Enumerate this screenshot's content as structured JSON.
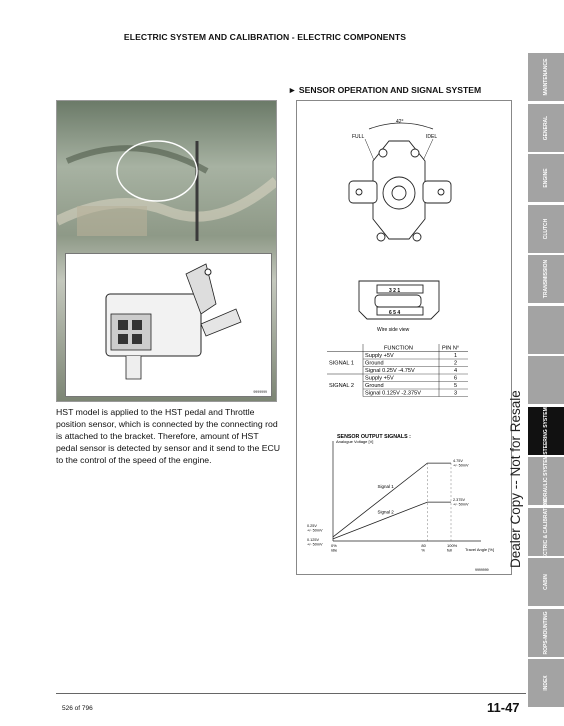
{
  "header": {
    "title": "ELECTRIC SYSTEM AND CALIBRATION - ELECTRIC COMPONENTS"
  },
  "section_title": "► SENSOR OPERATION AND SIGNAL SYSTEM",
  "photo": {
    "code": "9999999"
  },
  "body_text": "HST model is applied to the HST pedal and Throttle position sensor, which is connected by the connecting rod is attached to the bracket. Therefore, amount of HST pedal sensor is detected by sensor and it send to the ECU to the control of the speed of the engine.",
  "sensor_diagram": {
    "angle": "42°",
    "full_label": "FULL",
    "idle_label": "IDEL",
    "pins_top": "3  2  1",
    "pins_bottom": "6  5  4",
    "connector_caption": "Wire side view"
  },
  "pin_table": {
    "headers": [
      "FUNCTION",
      "PIN N°"
    ],
    "groups": [
      {
        "name": "SIGNAL 1",
        "rows": [
          [
            "Supply +5V",
            "1"
          ],
          [
            "Ground",
            "2"
          ],
          [
            "Signal 0.25V -4.75V",
            "4"
          ]
        ]
      },
      {
        "name": "SIGNAL 2",
        "rows": [
          [
            "Supply +5V",
            "6"
          ],
          [
            "Ground",
            "5"
          ],
          [
            "Signal 0.125V -2.375V",
            "3"
          ]
        ]
      }
    ]
  },
  "chart_data": {
    "type": "line",
    "title": "SENSOR OUTPUT SIGNALS :",
    "ylabel": "Analogue Voltage [V]",
    "xlabel": "Travel Angle [%]",
    "x_labels": [
      "0% idle",
      "80 %",
      "100% full"
    ],
    "series": [
      {
        "name": "Signal 1",
        "points": [
          [
            0,
            0.25
          ],
          [
            80,
            4.75
          ],
          [
            100,
            4.75
          ]
        ]
      },
      {
        "name": "Signal 2",
        "points": [
          [
            0,
            0.125
          ],
          [
            80,
            2.375
          ],
          [
            100,
            2.375
          ]
        ]
      }
    ],
    "y_annotations": [
      "4.75V +/- 50mV",
      "2.375V +/- 50mV",
      "0.25V +/- 50mV",
      "0.125V +/- 50mV"
    ],
    "xlim": [
      0,
      100
    ],
    "ylim": [
      0,
      5
    ]
  },
  "diagram_code": "9999999",
  "sidebar_tabs": [
    "MAINTENANCE",
    "GENERAL",
    "ENGINE",
    "CLUTCH",
    "TRANSMISSION",
    "",
    "",
    "STEERING SYSTEM",
    "HYDRAULIC SYSTEM",
    "ELECTRIC & CALIBRATION",
    "CABIN",
    "ROPS-MOUNTING",
    "INDEX"
  ],
  "watermark": "Dealer Copy -- Not for Resale",
  "footer": {
    "page_count": "526 of 796",
    "page_number": "11-47"
  }
}
